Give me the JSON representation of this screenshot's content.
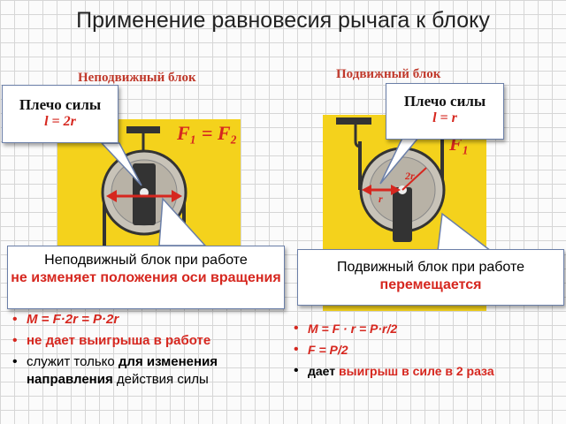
{
  "title": "Применение равновесия рычага к блоку",
  "left": {
    "heading": "Неподвижный блок",
    "callout": {
      "label": "Плечо силы",
      "formula": "l = 2r"
    },
    "figure_label": "F₁ = F₂",
    "caption": {
      "line1": "Неподвижный блок при работе",
      "line2": "не изменяет положения оси вращения"
    },
    "bullets": {
      "b1": "M = F·2r = P·2r",
      "b2": "не дает выигрыша в работе",
      "b3_pre": "служит только ",
      "b3_bold": "для изменения направления",
      "b3_post": " действия силы"
    }
  },
  "right": {
    "heading": "Подвижный блок",
    "callout": {
      "label": "Плечо силы",
      "formula": "l = r"
    },
    "figure_labels": {
      "f1": "F₁",
      "two_r": "2r",
      "r": "r"
    },
    "caption": {
      "line1": "Подвижный блок при работе",
      "line2": "перемещается"
    },
    "bullets": {
      "b1": "M = F · r = P·r/2",
      "b2": "F = P/2",
      "b3_pre": "дает ",
      "b3_red": "выигрыш в силе в 2 раза"
    }
  },
  "colors": {
    "accent": "#d6271f",
    "panel": "#f4d21c",
    "callout_border": "#6b7fa8"
  }
}
